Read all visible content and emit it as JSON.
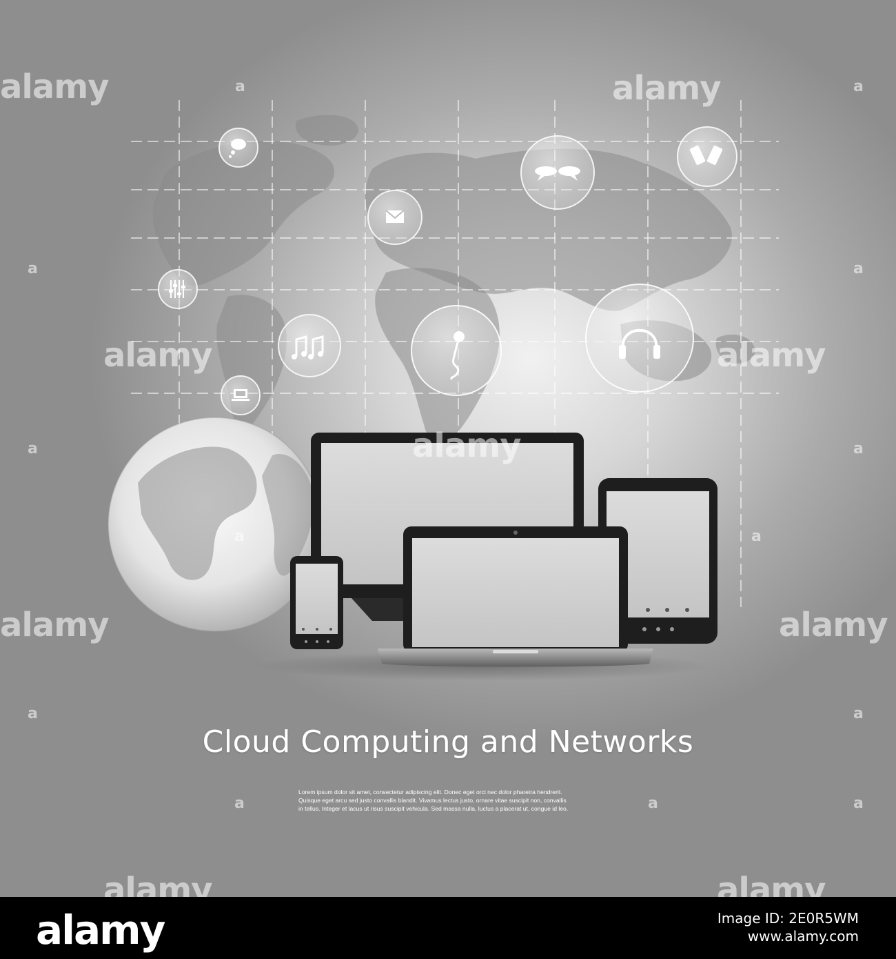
{
  "headline": "Cloud Computing and Networks",
  "body_lines": [
    "Lorem ipsum dolor sit amet, consectetur adipiscing elit. Donec eget orci nec dolor pharetra hendrerit.",
    "Quisque eget arcu sed justo convallis blandit. Vivamus lectus justo, ornare vitae suscipit non, convallis",
    "in tellus. Integer et lacus ut risus suscipit vehicula. Sed massa nulla, luctus a placerat ut, congue id leo."
  ],
  "watermark": {
    "word": "alamy",
    "letter": "a"
  },
  "footer": {
    "logo": "alamy",
    "image_id_label": "Image ID: 2E0R5WM",
    "site": "www.alamy.com"
  },
  "icons": {
    "bubbles": [
      "speech-bubble-icon",
      "envelope-icon",
      "chat-bubbles-icon",
      "mobile-phones-icon",
      "equalizer-icon",
      "music-notes-icon",
      "microphone-icon",
      "headphones-icon",
      "laptop-download-icon"
    ],
    "devices": [
      "desktop-monitor",
      "tablet",
      "laptop",
      "smartphone",
      "globe"
    ]
  },
  "colors": {
    "background": "#b4b4b4",
    "device_body": "#1e1e1e",
    "screen": "#d2d2d2",
    "text": "#ffffff",
    "footer": "#000000"
  }
}
